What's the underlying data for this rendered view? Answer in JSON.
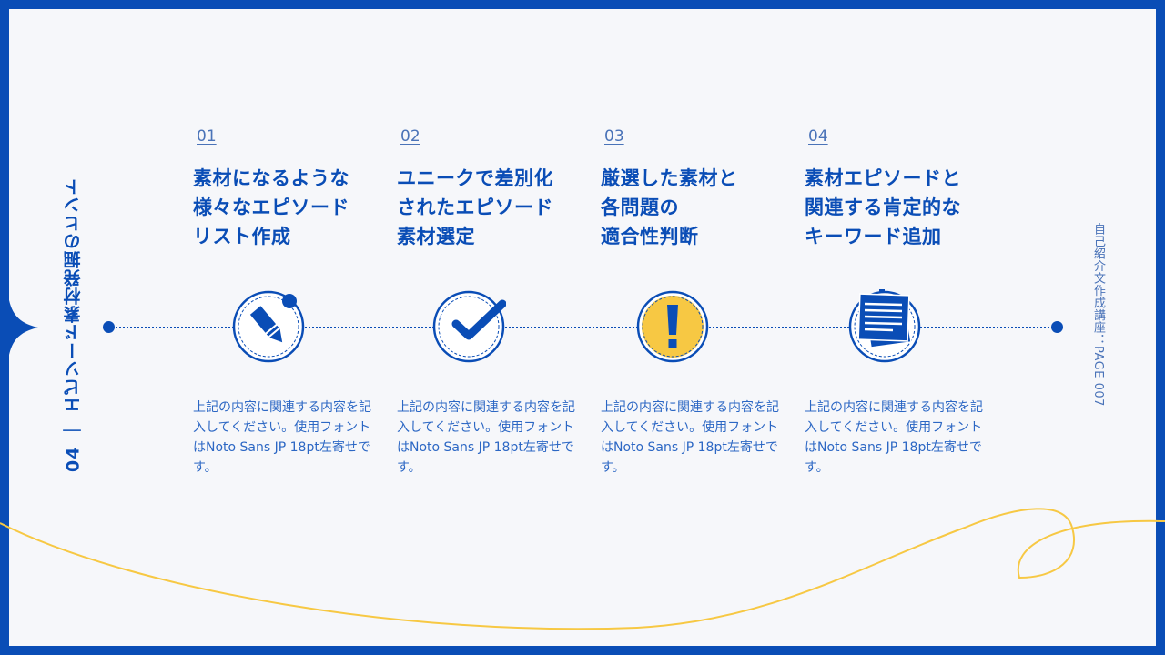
{
  "slide": {
    "vertical_title": "04 ｜ エピソード素材発掘のヒント",
    "page_label": "自己紹介文作成講座：PAGE 007",
    "colors": {
      "primary": "#0a4db6",
      "accent": "#f7c843",
      "background": "#f6f7fa",
      "text_light": "#2c67c4"
    }
  },
  "steps": [
    {
      "number": "01",
      "title_lines": [
        "素材になるような",
        "様々なエピソード",
        "リスト作成"
      ],
      "icon": "pencil-icon",
      "desc": "上記の内容に関連する内容を記入してください。使用フォントはNoto Sans JP 18pt左寄せです。"
    },
    {
      "number": "02",
      "title_lines": [
        "ユニークで差別化",
        "されたエピソード",
        "素材選定"
      ],
      "icon": "checkmark-icon",
      "desc": "上記の内容に関連する内容を記入してください。使用フォントはNoto Sans JP 18pt左寄せです。"
    },
    {
      "number": "03",
      "title_lines": [
        "厳選した素材と",
        "各問題の",
        "適合性判断"
      ],
      "icon": "exclamation-icon",
      "desc": "上記の内容に関連する内容を記入してください。使用フォントはNoto Sans JP 18pt左寄せです。"
    },
    {
      "number": "04",
      "title_lines": [
        "素材エピソードと",
        "関連する肯定的な",
        "キーワード追加"
      ],
      "icon": "notes-icon",
      "desc": "上記の内容に関連する内容を記入してください。使用フォントはNoto Sans JP 18pt左寄せです。"
    }
  ]
}
